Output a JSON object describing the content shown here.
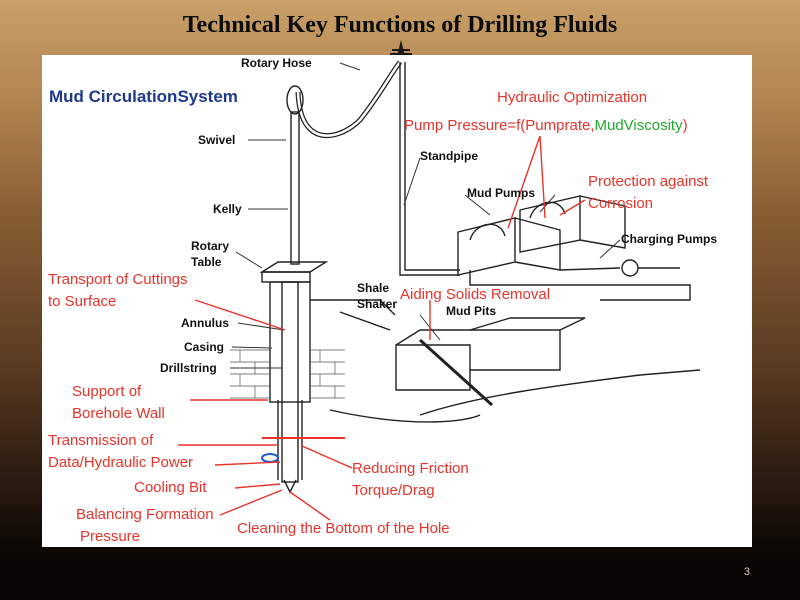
{
  "slide": {
    "title": "Technical Key Functions of Drilling Fluids",
    "page_number": "3"
  },
  "diagram": {
    "heading": "Mud CirculationSystem",
    "equipment_labels": {
      "rotary_hose": "Rotary Hose",
      "swivel": "Swivel",
      "kelly": "Kelly",
      "rotary_table_line1": "Rotary",
      "rotary_table_line2": "Table",
      "standpipe": "Standpipe",
      "mud_pumps": "Mud Pumps",
      "charging_pumps": "Charging Pumps",
      "shale_shaker_line1": "Shale",
      "shale_shaker_line2": "Shaker",
      "mud_pits": "Mud Pits",
      "annulus": "Annulus",
      "casing": "Casing",
      "drillstring": "Drillstring"
    },
    "functions": {
      "hydraulic_optimization": "Hydraulic Optimization",
      "pump_pressure_prefix": "Pump Pressure=f(Pumprate,",
      "pump_pressure_green": "MudViscosity",
      "pump_pressure_suffix": ")",
      "protection_line1": "Protection against",
      "protection_line2": "Corrosion",
      "transport_line1": "Transport of Cuttings",
      "transport_line2": "to Surface",
      "aiding_solids": "Aiding Solids Removal",
      "support_line1": "Support of",
      "support_line2": "Borehole Wall",
      "transmission_line1": "Transmission of",
      "transmission_line2": "Data/Hydraulic Power",
      "reducing_line1": "Reducing Friction",
      "reducing_line2": "Torque/Drag",
      "cooling_bit": "Cooling Bit",
      "balancing_line1": "Balancing Formation",
      "balancing_line2": "Pressure",
      "cleaning_bottom": "Cleaning the Bottom of the Hole"
    },
    "colors": {
      "function_text": "#e8342a",
      "heading_text": "#1f3a8c",
      "viscosity_text": "#22a82b",
      "equipment_text": "#111111"
    }
  }
}
